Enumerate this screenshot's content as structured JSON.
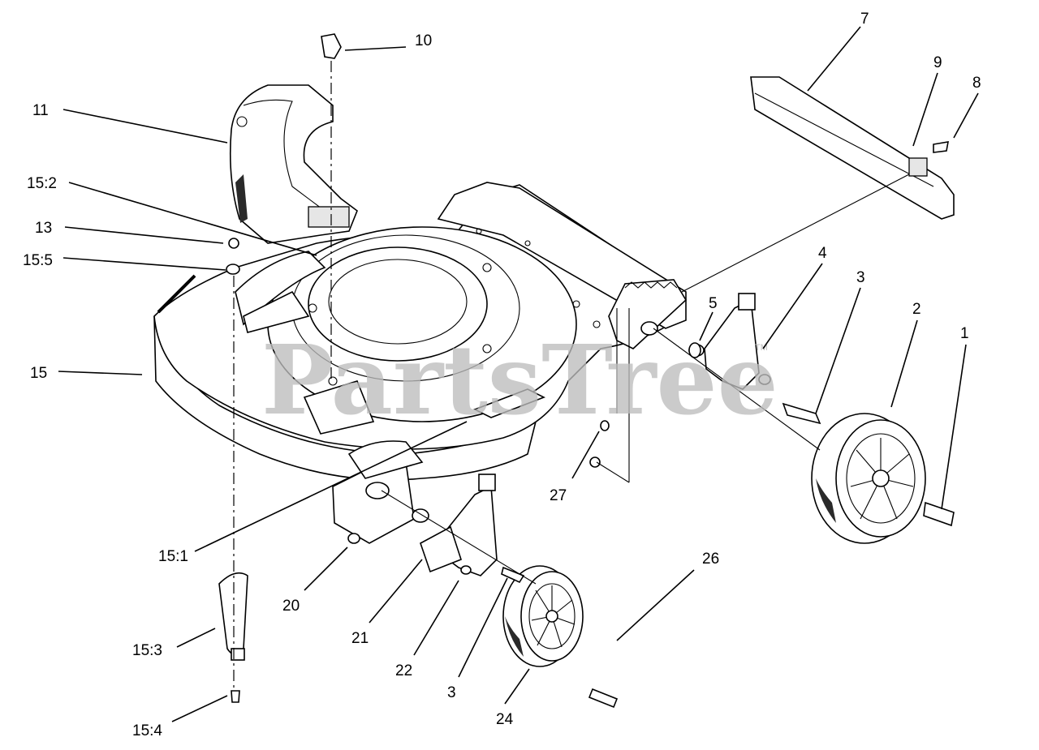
{
  "watermark": {
    "text": "PartsTree",
    "trademark": "TM"
  },
  "callouts": [
    {
      "id": "c1",
      "label": "1"
    },
    {
      "id": "c2",
      "label": "2"
    },
    {
      "id": "c3a",
      "label": "3"
    },
    {
      "id": "c4",
      "label": "4"
    },
    {
      "id": "c5",
      "label": "5"
    },
    {
      "id": "c7",
      "label": "7"
    },
    {
      "id": "c8",
      "label": "8"
    },
    {
      "id": "c9",
      "label": "9"
    },
    {
      "id": "c10",
      "label": "10"
    },
    {
      "id": "c11",
      "label": "11"
    },
    {
      "id": "c13",
      "label": "13"
    },
    {
      "id": "c15",
      "label": "15"
    },
    {
      "id": "c15_1",
      "label": "15:1"
    },
    {
      "id": "c15_2",
      "label": "15:2"
    },
    {
      "id": "c15_3",
      "label": "15:3"
    },
    {
      "id": "c15_4",
      "label": "15:4"
    },
    {
      "id": "c15_5",
      "label": "15:5"
    },
    {
      "id": "c20",
      "label": "20"
    },
    {
      "id": "c21",
      "label": "21"
    },
    {
      "id": "c22",
      "label": "22"
    },
    {
      "id": "c3b",
      "label": "3"
    },
    {
      "id": "c24",
      "label": "24"
    },
    {
      "id": "c26",
      "label": "26"
    },
    {
      "id": "c27",
      "label": "27"
    }
  ]
}
